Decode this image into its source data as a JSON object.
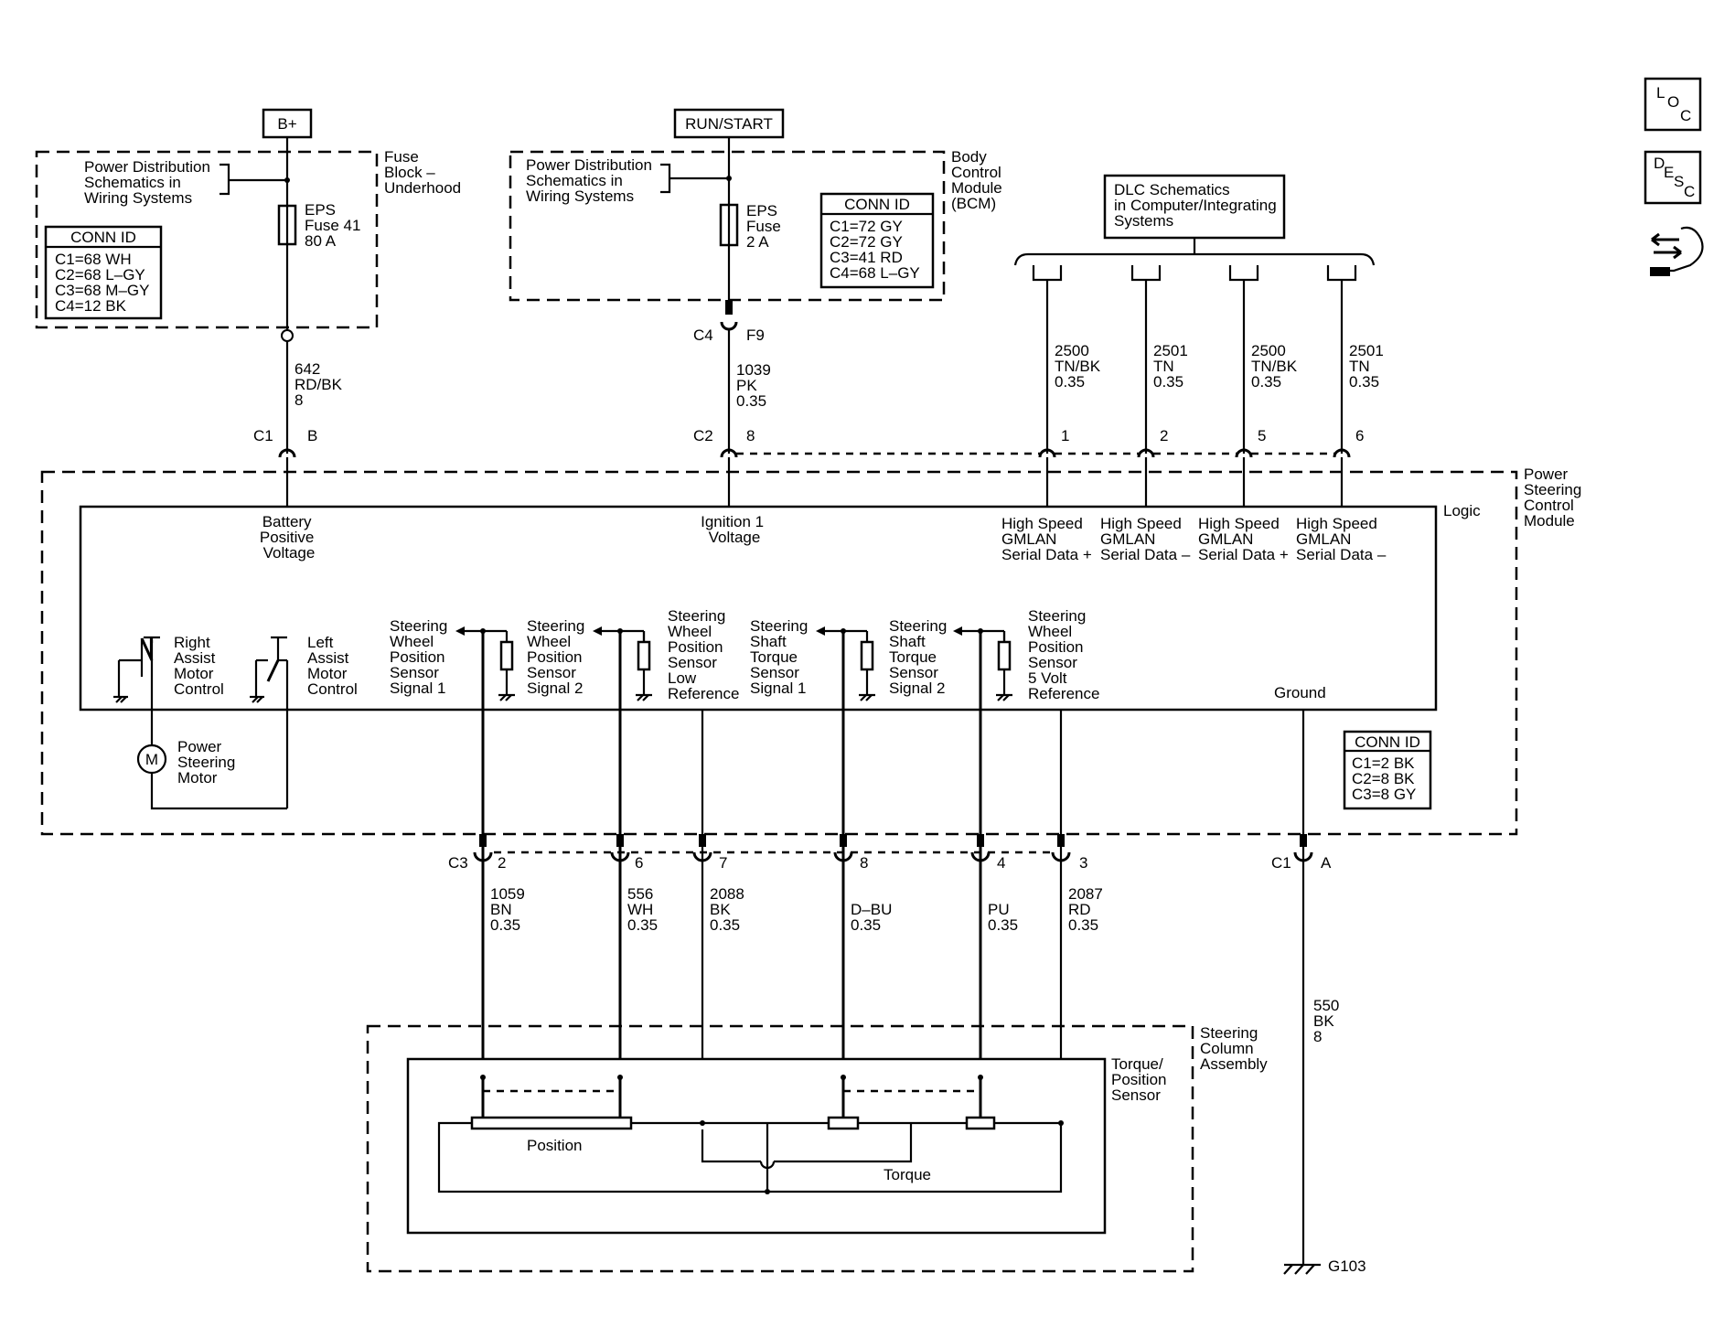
{
  "power_sources": {
    "b_plus": "B+",
    "run_start": "RUN/START"
  },
  "fuse_block": {
    "label": [
      "Fuse",
      "Block –",
      "Underhood"
    ],
    "ref": [
      "Power Distribution",
      "Schematics in",
      "Wiring Systems"
    ],
    "fuse": [
      "EPS",
      "Fuse 41",
      "80 A"
    ],
    "conn_title": "CONN ID",
    "conn": [
      "C1=68 WH",
      "C2=68 L–GY",
      "C3=68 M–GY",
      "C4=12 BK"
    ]
  },
  "bcm": {
    "label": [
      "Body",
      "Control",
      "Module",
      "(BCM)"
    ],
    "ref": [
      "Power Distribution",
      "Schematics in",
      "Wiring Systems"
    ],
    "fuse": [
      "EPS",
      "Fuse",
      "2 A"
    ],
    "conn_title": "CONN ID",
    "conn": [
      "C1=72 GY",
      "C2=72 GY",
      "C3=41 RD",
      "C4=68 L–GY"
    ]
  },
  "dlc": {
    "label": [
      "DLC Schematics",
      "in Computer/Integrating",
      "Systems"
    ]
  },
  "wires_top": {
    "w642": [
      "642",
      "RD/BK",
      "8"
    ],
    "c4": "C4",
    "f9": "F9",
    "w1039": [
      "1039",
      "PK",
      "0.35"
    ],
    "c1": "C1",
    "b": "B",
    "c2": "C2",
    "p8": "8",
    "gm1": [
      "2500",
      "TN/BK",
      "0.35"
    ],
    "gm2": [
      "2501",
      "TN",
      "0.35"
    ],
    "gm3": [
      "2500",
      "TN/BK",
      "0.35"
    ],
    "gm4": [
      "2501",
      "TN",
      "0.35"
    ],
    "pins": [
      "1",
      "2",
      "5",
      "6"
    ]
  },
  "pscm": {
    "label": [
      "Power",
      "Steering",
      "Control",
      "Module"
    ],
    "logic": "Logic",
    "battery": [
      "Battery",
      "Positive",
      "Voltage"
    ],
    "ignition": [
      "Ignition 1",
      "Voltage"
    ],
    "gmlan1": [
      "High Speed",
      "GMLAN",
      "Serial Data +"
    ],
    "gmlan2": [
      "High Speed",
      "GMLAN",
      "Serial Data –"
    ],
    "gmlan3": [
      "High Speed",
      "GMLAN",
      "Serial Data +"
    ],
    "gmlan4": [
      "High Speed",
      "GMLAN",
      "Serial Data –"
    ],
    "right_motor": [
      "Right",
      "Assist",
      "Motor",
      "Control"
    ],
    "left_motor": [
      "Left",
      "Assist",
      "Motor",
      "Control"
    ],
    "sig1": [
      "Steering",
      "Wheel",
      "Position",
      "Sensor",
      "Signal 1"
    ],
    "sig2": [
      "Steering",
      "Wheel",
      "Position",
      "Sensor",
      "Signal 2"
    ],
    "lowref": [
      "Steering",
      "Wheel",
      "Position",
      "Sensor",
      "Low",
      "Reference"
    ],
    "tq1": [
      "Steering",
      "Shaft",
      "Torque",
      "Sensor",
      "Signal 1"
    ],
    "tq2": [
      "Steering",
      "Shaft",
      "Torque",
      "Sensor",
      "Signal 2"
    ],
    "ref5v": [
      "Steering",
      "Wheel",
      "Position",
      "Sensor",
      "5 Volt",
      "Reference"
    ],
    "ground": "Ground",
    "motor": [
      "Power",
      "Steering",
      "Motor"
    ],
    "motor_symbol": "M",
    "conn_title": "CONN ID",
    "conn": [
      "C1=2 BK",
      "C2=8 BK",
      "C3=8 GY"
    ]
  },
  "wires_bottom": {
    "c3": "C3",
    "c1": "C1",
    "a": "A",
    "pins": [
      "2",
      "6",
      "7",
      "8",
      "4",
      "3"
    ],
    "w1": [
      "1059",
      "BN",
      "0.35"
    ],
    "w2": [
      "556",
      "WH",
      "0.35"
    ],
    "w3": [
      "2088",
      "BK",
      "0.35"
    ],
    "w4": [
      "D–BU",
      "0.35"
    ],
    "w5": [
      "PU",
      "0.35"
    ],
    "w6": [
      "2087",
      "RD",
      "0.35"
    ],
    "gnd": [
      "550",
      "BK",
      "8"
    ],
    "g103": "G103"
  },
  "column": {
    "label": [
      "Steering",
      "Column",
      "Assembly"
    ],
    "sensor": [
      "Torque/",
      "Position",
      "Sensor"
    ],
    "position": "Position",
    "torque": "Torque"
  },
  "icons": {
    "loc": [
      "L",
      "O",
      "C"
    ],
    "desc": [
      "D",
      "E",
      "S",
      "C"
    ]
  }
}
